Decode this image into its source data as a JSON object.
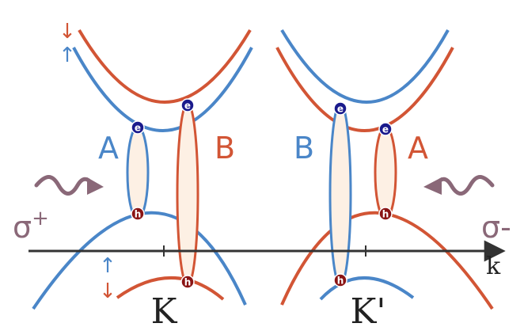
{
  "labels": {
    "valley_left_name": "K",
    "valley_right_name": "K'",
    "k_axis": "k",
    "left_exciton_a": "A",
    "left_exciton_b": "B",
    "right_exciton_b": "B",
    "right_exciton_a": "A",
    "sigma_plus_base": "σ",
    "sigma_plus_sup": "+",
    "sigma_minus": "σ-",
    "electron": "e",
    "hole": "h",
    "spin_down": "↓",
    "spin_up": "↑"
  },
  "colors": {
    "spin_up_blue": "#4a86c8",
    "spin_down_red": "#d25535",
    "electron_fill": "#1a1a8c",
    "hole_fill": "#8a1414",
    "axis": "#333333",
    "ellipse_fill": "#fdf0e4",
    "photon": "#8a6878"
  }
}
